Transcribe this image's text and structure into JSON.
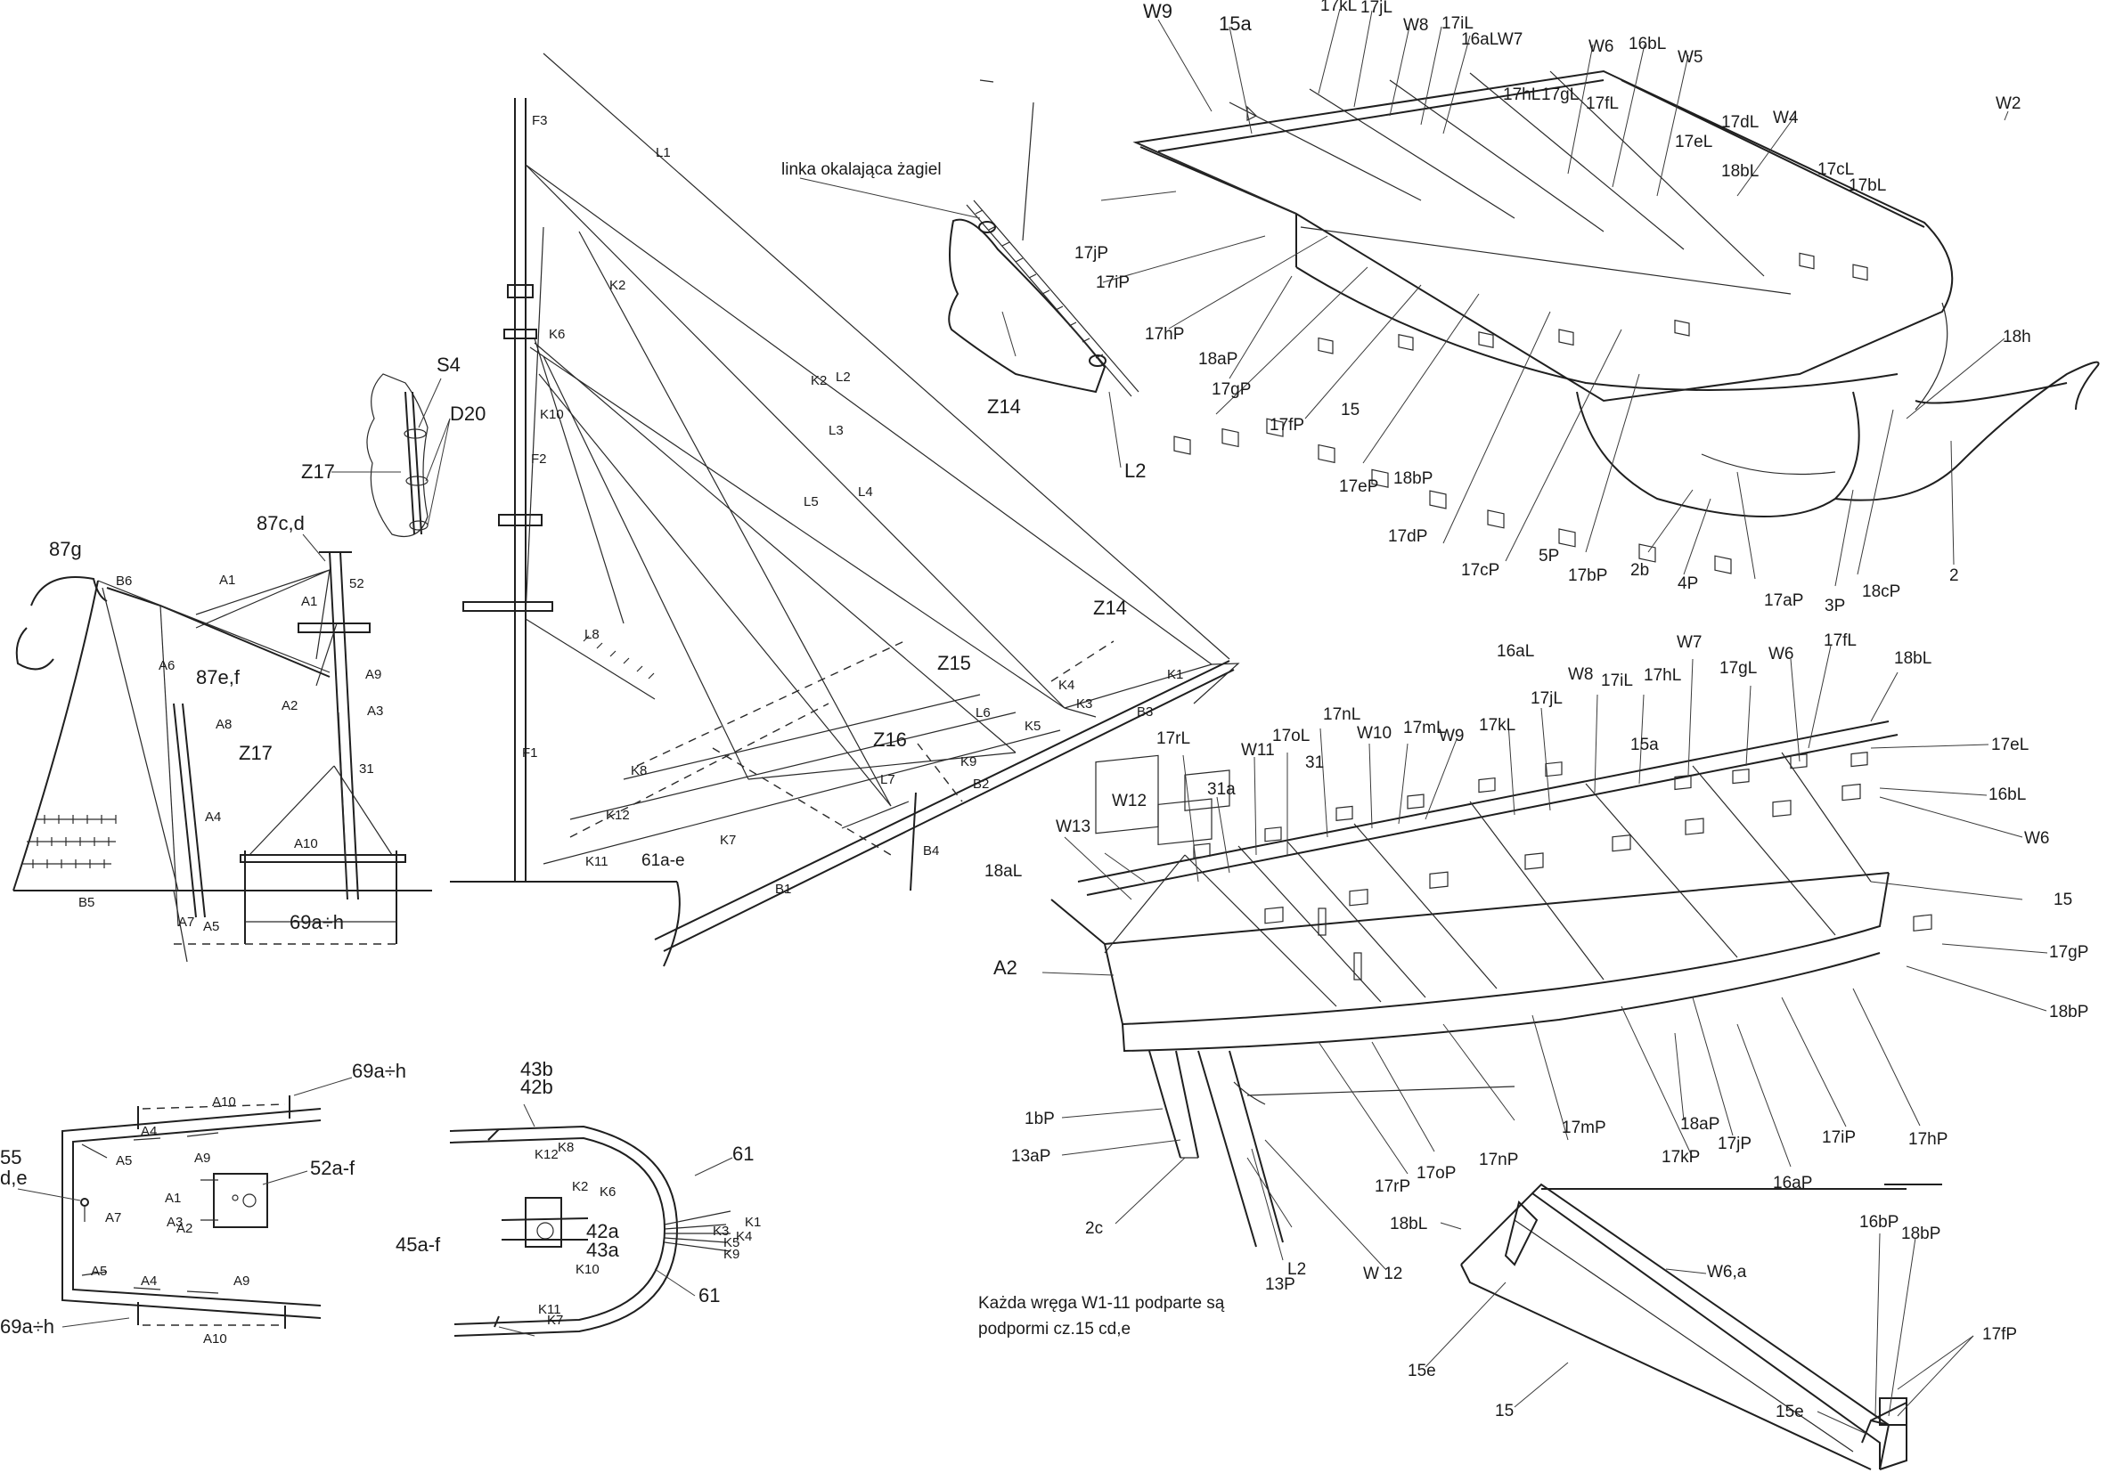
{
  "labels": {
    "sail_annotation": "linka okalająca żagiel",
    "note_line1": "Każda wręga W1-11 podparte są",
    "note_line2": "podpormi  cz.15 cd,e",
    "rig": {
      "F3": "F3",
      "F2": "F2",
      "F1": "F1",
      "L1": "L1",
      "L2": "L2",
      "L3": "L3",
      "L4": "L4",
      "L5": "L5",
      "L6": "L6",
      "L7": "L7",
      "L8": "L8",
      "K1": "K1",
      "K2": "K2",
      "K3": "K3",
      "K4": "K4",
      "K5": "K5",
      "K6": "K6",
      "K7": "K7",
      "K8": "K8",
      "K9": "K9",
      "K10": "K10",
      "K11": "K11",
      "K12": "K12",
      "Z14": "Z14",
      "Z15": "Z15",
      "Z16": "Z16",
      "B1": "B1",
      "B2": "B2",
      "B3": "B3",
      "B4": "B4",
      "p61ae": "61a-e"
    },
    "sail_detail": {
      "Z14": "Z14",
      "L2": "L2"
    },
    "stern_rig": {
      "S4": "S4",
      "D20": "D20",
      "Z17_top": "Z17",
      "p87cd": "87c,d",
      "p87g": "87g",
      "p87ef": "87e,f",
      "Z17": "Z17",
      "B5": "B5",
      "B6": "B6",
      "A1": "A1",
      "A2": "A2",
      "A3": "A3",
      "A4": "A4",
      "A5": "A5",
      "A6": "A6",
      "A7": "A7",
      "A8": "A8",
      "A9": "A9",
      "A10": "A10",
      "p52": "52",
      "p31": "31",
      "p69ah": "69a÷h"
    },
    "plan_left": {
      "p69ah_top": "69a÷h",
      "p55": "55",
      "de": "d,e",
      "p52af": "52a-f",
      "A1": "A1",
      "A2": "A2",
      "A3": "A3",
      "A4": "A4",
      "A5": "A5",
      "A7": "A7",
      "A9": "A9",
      "A10": "A10",
      "p69ah_bot": "69a÷h"
    },
    "plan_right": {
      "p43b": "43b",
      "p42b": "42b",
      "K12": "K12",
      "K8": "K8",
      "K2": "K2",
      "K6": "K6",
      "K10": "K10",
      "p45af": "45a-f",
      "p42a": "42a",
      "p43a": "43a",
      "p61a": "61",
      "p61b": "61",
      "K1": "K1",
      "K3": "K3",
      "K4": "K4",
      "K5": "K5",
      "K9": "K9",
      "K11": "K11",
      "K7": "K7"
    },
    "hull_top": {
      "W9": "W9",
      "p15a": "15a",
      "p17kL": "17kL",
      "p17jL": "17jL",
      "W8": "W8",
      "p17iL": "17iL",
      "p16aLW7": "16aLW7",
      "W6": "W6",
      "p16bL": "16bL",
      "W5": "W5",
      "W4": "W4",
      "W2": "W2",
      "p17hL": "17hL",
      "p17gL": "17gL",
      "p17fL": "17fL",
      "p17eL": "17eL",
      "p17dL": "17dL",
      "p18bL": "18bL",
      "p17cL": "17cL",
      "p17bL": "17bL",
      "p18h": "18h",
      "p17jP": "17jP",
      "p17iP": "17iP",
      "p17hP": "17hP",
      "p18aP": "18aP",
      "p17gP": "17gP",
      "p17fP": "17fP",
      "p15": "15",
      "p17eP": "17eP",
      "p18bP": "18bP",
      "p17dP": "17dP",
      "p17cP": "17cP",
      "p5P": "5P",
      "p17bP": "17bP",
      "p2b": "2b",
      "p4P": "4P",
      "p17aP": "17aP",
      "p3P": "3P",
      "p18cP": "18cP",
      "p2": "2"
    },
    "hull_bottom": {
      "p16aL": "16aL",
      "W7": "W7",
      "p17fL": "17fL",
      "p18bL": "18bL",
      "W8": "W8",
      "p17iL": "17iL",
      "p17hL": "17hL",
      "p17gL": "17gL",
      "W6": "W6",
      "p17jL": "17jL",
      "p15a": "15a",
      "p17nL": "17nL",
      "p17mL": "17mL",
      "W9": "W9",
      "p17kL": "17kL",
      "p17rL": "17rL",
      "W11": "W11",
      "p17oL": "17oL",
      "W10": "W10",
      "p31a": "31a",
      "p31": "31",
      "W12": "W12",
      "W13": "W13",
      "p18aL": "18aL",
      "A2": "A2",
      "p17eL": "17eL",
      "p16bL": "16bL",
      "W6r": "W6",
      "p15r": "15",
      "p17gP": "17gP",
      "p18bP": "18bP",
      "p1bP": "1bP",
      "p13aP": "13aP",
      "p2c": "2c",
      "p13P": "13P",
      "L2": "L2",
      "W12b": "W 12",
      "p17rP": "17rP",
      "p17oP": "17oP",
      "p17nP": "17nP",
      "p17mP": "17mP",
      "p18aP": "18aP",
      "p17kP": "17kP",
      "p17jP": "17jP",
      "p16aP": "16aP",
      "p17iP": "17iP",
      "p17hP": "17hP"
    },
    "detail": {
      "p18bL": "18bL",
      "W6a": "W6,a",
      "p16bP": "16bP",
      "p18bP": "18bP",
      "p17fP": "17fP",
      "p15e_a": "15e",
      "p15": "15",
      "p15e_b": "15e"
    }
  }
}
